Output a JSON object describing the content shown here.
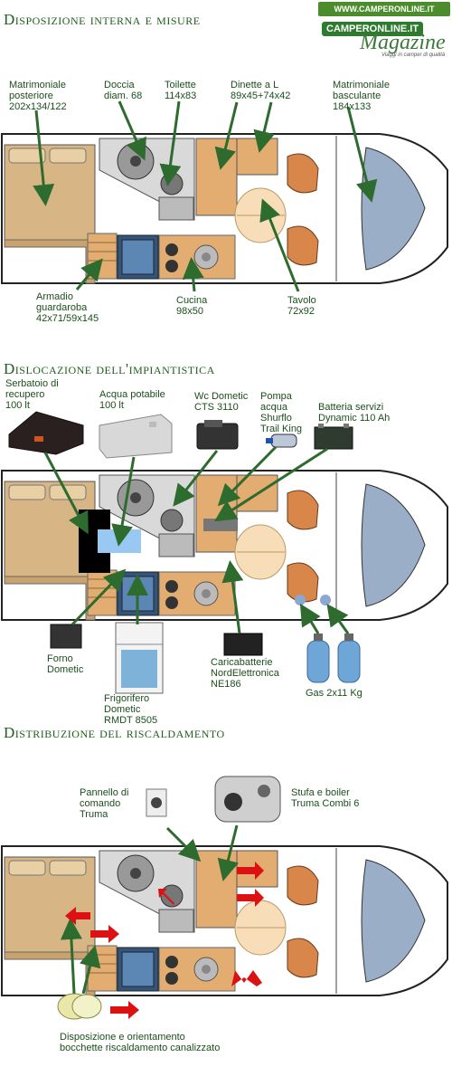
{
  "logo": {
    "top_url": "WWW.CAMPERONLINE.IT",
    "brand": "CAMPERONLINE.IT",
    "magazine": "Magazine",
    "tagline": "Viaggi in camper di qualità"
  },
  "section1": {
    "title": "Disposizione interna e misure",
    "labels": {
      "matrimoniale_post": "Matrimoniale\nposteriore\n202x134/122",
      "doccia": "Doccia\ndiam. 68",
      "toilette": "Toilette\n114x83",
      "dinette": "Dinette a L\n89x45+74x42",
      "matrimoniale_basc": "Matrimoniale\nbasculante\n184x133",
      "armadio": "Armadio\nguardaroba\n42x71/59x145",
      "cucina": "Cucina\n98x50",
      "tavolo": "Tavolo\n72x92"
    }
  },
  "section2": {
    "title": "Dislocazione dell'impiantistica",
    "labels": {
      "serbatoio": "Serbatoio di\nrecupero\n100 lt",
      "acqua": "Acqua potabile\n100 lt",
      "wc": "Wc Dometic\nCTS 3110",
      "pompa": "Pompa\nacqua\nShurflo\nTrail King",
      "batteria": "Batteria servizi\nDynamic 110 Ah",
      "forno": "Forno\nDometic",
      "frigorifero": "Frigorifero\nDometic\nRMDT 8505",
      "caricabatterie": "Caricabatterie\nNordElettronica\nNE186",
      "gas": "Gas 2x11 Kg"
    }
  },
  "section3": {
    "title": "Distribuzione del riscaldamento",
    "labels": {
      "pannello": "Pannello di\ncomando\nTruma",
      "stufa": "Stufa e boiler\nTruma Combi 6",
      "bocchette": "Disposizione e orientamento\nbocchette riscaldamento canalizzato"
    }
  },
  "colors": {
    "arrow_green": "#2e6b2e",
    "heat_red": "#dd1111",
    "bed_tan": "#d8b585",
    "wood": "#e3ad72",
    "floor": "#ffffff",
    "cab_blue": "#9aaec8"
  }
}
